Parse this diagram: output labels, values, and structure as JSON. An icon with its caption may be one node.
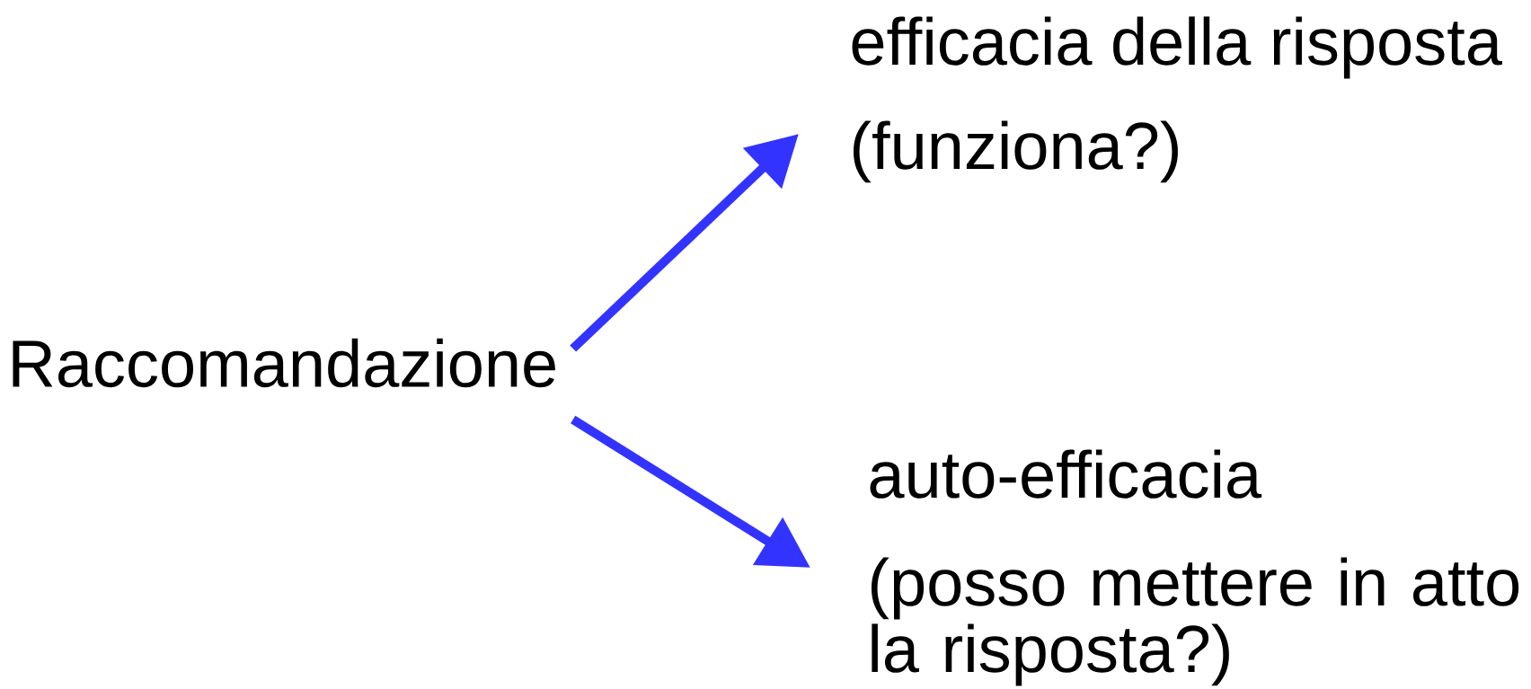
{
  "diagram": {
    "nodes": [
      {
        "text": [
          "Raccomandazione"
        ]
      },
      {
        "text": [
          "efficacia della risposta",
          "(funziona?)"
        ]
      },
      {
        "text": [
          "auto-efficacia",
          "(posso mettere in atto la risposta?)"
        ]
      }
    ],
    "edges": [
      {
        "from": 0,
        "to": 1,
        "arrow": "to"
      },
      {
        "from": 0,
        "to": 2,
        "arrow": "to"
      }
    ]
  }
}
